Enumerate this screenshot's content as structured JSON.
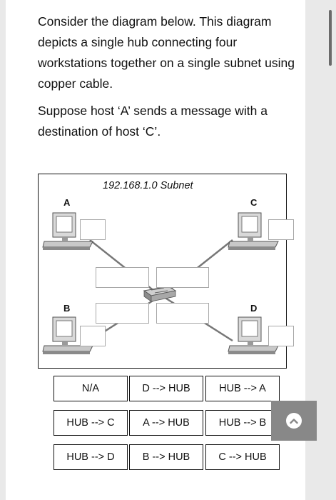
{
  "question": {
    "paragraph1": "Consider the diagram below. This diagram depicts a single hub connecting four workstations together on a single subnet using copper cable.",
    "paragraph2": "Suppose host ‘A’ sends a message with a destination of host ‘C’."
  },
  "diagram": {
    "subnet_label": "192.168.1.0 Subnet",
    "host_a": "A",
    "host_b": "B",
    "host_c": "C",
    "host_d": "D"
  },
  "options": [
    "N/A",
    "D --> HUB",
    "HUB --> A",
    "HUB --> C",
    "A --> HUB",
    "HUB --> B",
    "HUB --> D",
    "B --> HUB",
    "C --> HUB"
  ],
  "icons": {
    "scroll_button": "chevron-up-icon"
  }
}
